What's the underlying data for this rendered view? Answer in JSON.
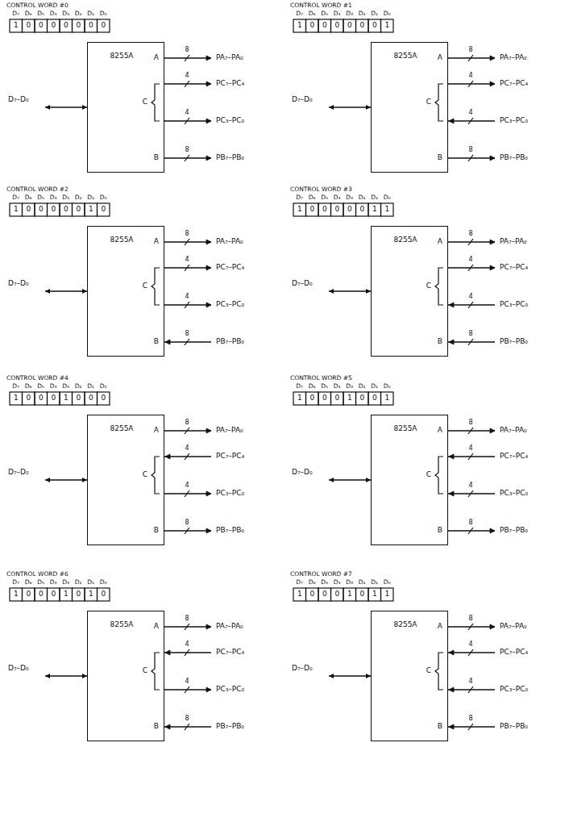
{
  "diagram": {
    "nodes": [
      {
        "text": [
          "8255A",
          "A",
          "C",
          "B"
        ]
      },
      {
        "text": [
          "8255A",
          "A",
          "C",
          "B"
        ]
      },
      {
        "text": [
          "8255A",
          "A",
          "C",
          "B"
        ]
      },
      {
        "text": [
          "8255A",
          "A",
          "C",
          "B"
        ]
      },
      {
        "text": [
          "8255A",
          "A",
          "C",
          "B"
        ]
      },
      {
        "text": [
          "8255A",
          "A",
          "C",
          "B"
        ]
      },
      {
        "text": [
          "8255A",
          "A",
          "C",
          "B"
        ]
      },
      {
        "text": [
          "8255A",
          "A",
          "C",
          "B"
        ]
      }
    ],
    "labels": [
      "CONTROL WORD #0",
      "D₇",
      "D₆",
      "D₅",
      "D₄",
      "D₃",
      "D₂",
      "D₁",
      "D₀",
      "1",
      "0",
      "0",
      "0",
      "0",
      "0",
      "0",
      "0",
      "D₇–D₀",
      "8",
      "PA₇–PA₀",
      "4",
      "PC₇–PC₄",
      "4",
      "PC₃–PC₀",
      "8",
      "PB₇–PB₀",
      "CONTROL WORD #1",
      "D₇",
      "D₆",
      "D₅",
      "D₄",
      "D₃",
      "D₂",
      "D₁",
      "D₀",
      "1",
      "0",
      "0",
      "0",
      "0",
      "0",
      "0",
      "1",
      "D₇–D₀",
      "8",
      "PA₇–PA₀",
      "4",
      "PC₇–PC₄",
      "4",
      "PC₃–PC₀",
      "8",
      "PB₇–PB₀",
      "CONTROL WORD #2",
      "D₇",
      "D₆",
      "D₅",
      "D₄",
      "D₃",
      "D₂",
      "D₁",
      "D₀",
      "1",
      "0",
      "0",
      "0",
      "0",
      "0",
      "1",
      "0",
      "D₇–D₀",
      "8",
      "PA₇–PA₀",
      "4",
      "PC₇–PC₄",
      "4",
      "PC₃–PC₀",
      "8",
      "PB₇–PB₀",
      "CONTROL WORD #3",
      "D₇",
      "D₆",
      "D₅",
      "D₄",
      "D₃",
      "D₂",
      "D₁",
      "D₀",
      "1",
      "0",
      "0",
      "0",
      "0",
      "0",
      "1",
      "1",
      "D₇–D₀",
      "8",
      "PA₇–PA₀",
      "4",
      "PC₇–PC₄",
      "4",
      "PC₃–PC₀",
      "8",
      "PB₇–PB₀",
      "CONTROL WORD #4",
      "D₇",
      "D₆",
      "D₅",
      "D₄",
      "D₃",
      "D₂",
      "D₁",
      "D₀",
      "1",
      "0",
      "0",
      "0",
      "1",
      "0",
      "0",
      "0",
      "D₇–D₀",
      "8",
      "PA₇–PA₀",
      "4",
      "PC₇–PC₄",
      "4",
      "PC₃–PC₀",
      "8",
      "PB₇–PB₀",
      "CONTROL WORD #5",
      "D₇",
      "D₆",
      "D₅",
      "D₄",
      "D₃",
      "D₂",
      "D₁",
      "D₀",
      "1",
      "0",
      "0",
      "0",
      "1",
      "0",
      "0",
      "1",
      "D₇–D₀",
      "8",
      "PA₇–PA₀",
      "4",
      "PC₇–PC₄",
      "4",
      "PC₃–PC₀",
      "8",
      "PB₇–PB₀",
      "CONTROL WORD #6",
      "D₇",
      "D₆",
      "D₅",
      "D₄",
      "D₃",
      "D₂",
      "D₁",
      "D₀",
      "1",
      "0",
      "0",
      "0",
      "1",
      "0",
      "1",
      "0",
      "D₇–D₀",
      "8",
      "PA₇–PA₀",
      "4",
      "PC₇–PC₄",
      "4",
      "PC₃–PC₀",
      "8",
      "PB₇–PB₀",
      "CONTROL WORD #7",
      "D₇",
      "D₆",
      "D₅",
      "D₄",
      "D₃",
      "D₂",
      "D₁",
      "D₀",
      "1",
      "0",
      "0",
      "0",
      "1",
      "0",
      "1",
      "1",
      "D₇–D₀",
      "8",
      "PA₇–PA₀",
      "4",
      "PC₇–PC₄",
      "4",
      "PC₃–PC₀",
      "8",
      "PB₇–PB₀"
    ]
  }
}
